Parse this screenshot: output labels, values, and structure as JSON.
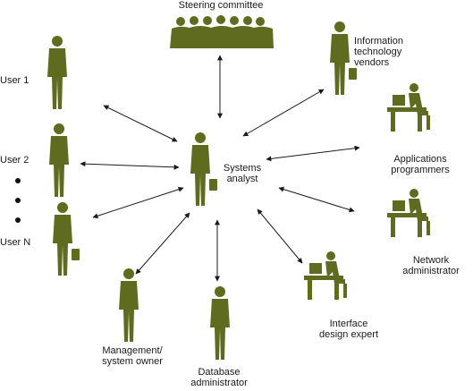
{
  "figure_color": "#5f6b1f",
  "arrow_color": "#1a1a1a",
  "center": {
    "label": "Systems\nanalyst",
    "icon": "person-briefcase-icon"
  },
  "stakeholders": [
    {
      "id": "steering-committee",
      "label": "Steering committee",
      "icon": "group-icon"
    },
    {
      "id": "it-vendors",
      "label": "Information\ntechnology\nvendors",
      "icon": "person-briefcase-icon"
    },
    {
      "id": "applications-programmers",
      "label": "Applications\nprogrammers",
      "icon": "person-at-computer-icon"
    },
    {
      "id": "network-administrator",
      "label": "Network\nadministrator",
      "icon": "person-at-computer-icon"
    },
    {
      "id": "interface-design-expert",
      "label": "Interface\ndesign expert",
      "icon": "person-at-computer-icon"
    },
    {
      "id": "database-administrator",
      "label": "Database\nadministrator",
      "icon": "person-icon"
    },
    {
      "id": "management-system-owner",
      "label": "Management/\nsystem owner",
      "icon": "person-icon"
    },
    {
      "id": "user-n",
      "label": "User N",
      "icon": "person-briefcase-icon"
    },
    {
      "id": "user-2",
      "label": "User 2",
      "icon": "person-icon"
    },
    {
      "id": "user-1",
      "label": "User 1",
      "icon": "person-icon"
    }
  ],
  "ellipsis_dots": 3
}
